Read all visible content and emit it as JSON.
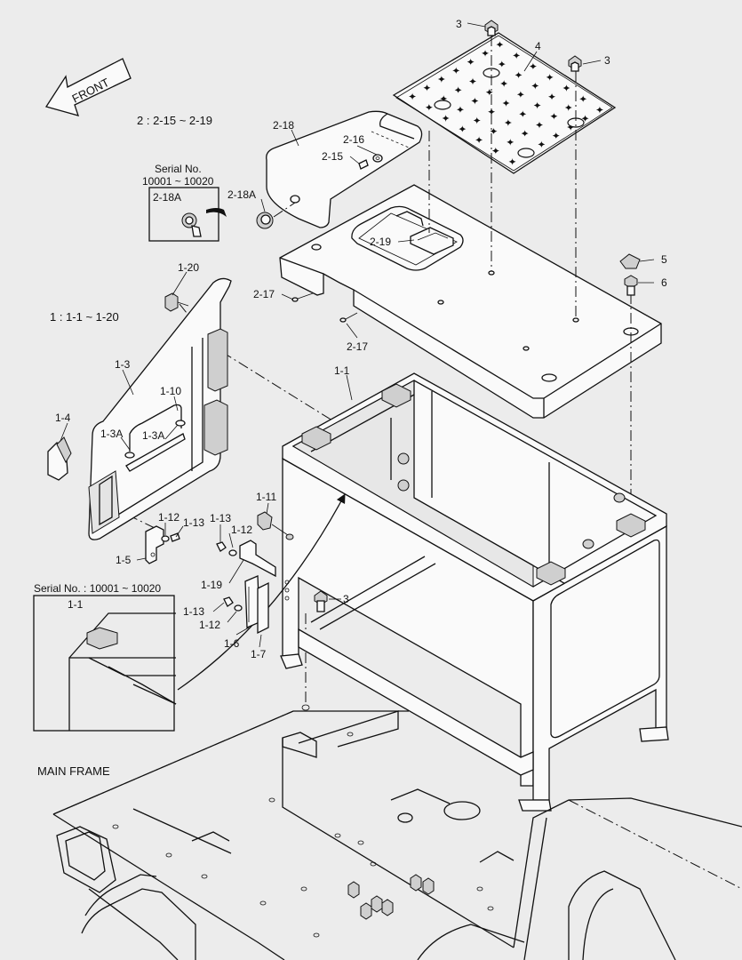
{
  "diagram": {
    "front_label": "FRONT",
    "group2_range": "2 : 2-15 ~ 2-19",
    "group1_range": "1 : 1-1 ~ 1-20",
    "serial_top": {
      "title": "Serial No.",
      "range": "10001 ~ 10020",
      "part": "2-18A"
    },
    "serial_inset": {
      "title": "Serial No. : 10001 ~ 10020",
      "part": "1-1"
    },
    "main_frame": "MAIN FRAME",
    "callouts": {
      "p3a": "3",
      "p4": "4",
      "p3b": "3",
      "p5": "5",
      "p6": "6",
      "p2_18": "2-18",
      "p2_16": "2-16",
      "p2_15": "2-15",
      "p2_18A": "2-18A",
      "p2_19": "2-19",
      "p2_17a": "2-17",
      "p2_17b": "2-17",
      "p1_20": "1-20",
      "p1_3": "1-3",
      "p1_10": "1-10",
      "p1_4": "1-4",
      "p1_3Aa": "1-3A",
      "p1_3Ab": "1-3A",
      "p1_1": "1-1",
      "p1_12a": "1-12",
      "p1_13a": "1-13",
      "p1_5": "1-5",
      "p1_11": "1-11",
      "p1_13b": "1-13",
      "p1_12b": "1-12",
      "p1_19": "1-19",
      "p3c": "3",
      "p1_13c": "1-13",
      "p1_12c": "1-12",
      "p1_6": "1-6",
      "p1_7": "1-7"
    }
  }
}
